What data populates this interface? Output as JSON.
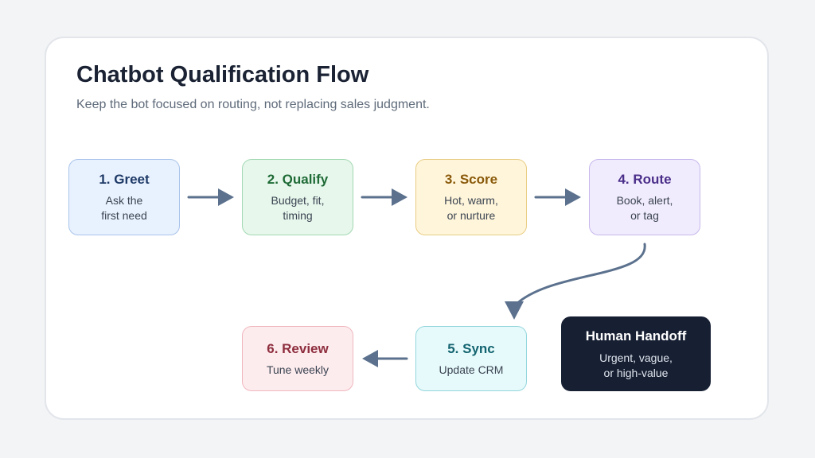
{
  "diagram": {
    "title": "Chatbot Qualification Flow",
    "subtitle": "Keep the bot focused on routing, not replacing sales judgment.",
    "nodes": [
      {
        "label": "1. Greet",
        "desc": "Ask the\nfirst need"
      },
      {
        "label": "2. Qualify",
        "desc": "Budget, fit,\ntiming"
      },
      {
        "label": "3. Score",
        "desc": "Hot, warm,\nor nurture"
      },
      {
        "label": "4. Route",
        "desc": "Book, alert,\nor tag"
      },
      {
        "label": "5. Sync",
        "desc": "Update CRM"
      },
      {
        "label": "6. Review",
        "desc": "Tune weekly"
      }
    ],
    "handoff": {
      "label": "Human Handoff",
      "desc": "Urgent, vague,\nor high-value"
    },
    "edges": [
      {
        "from": "1. Greet",
        "to": "2. Qualify"
      },
      {
        "from": "2. Qualify",
        "to": "3. Score"
      },
      {
        "from": "3. Score",
        "to": "4. Route"
      },
      {
        "from": "4. Route",
        "to": "5. Sync"
      },
      {
        "from": "5. Sync",
        "to": "6. Review"
      }
    ],
    "colors": {
      "arrow": "#5b718d",
      "handoff_bg": "#172033"
    }
  }
}
